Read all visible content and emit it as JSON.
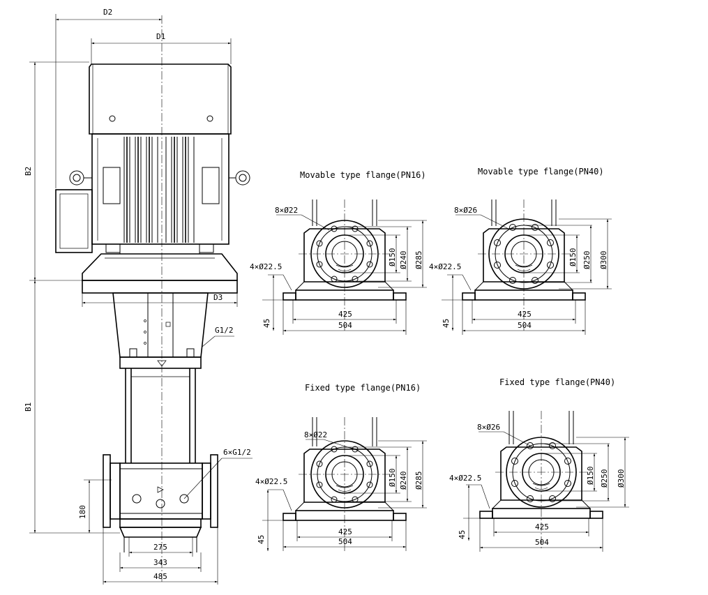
{
  "main_view": {
    "dims": {
      "D2": "D2",
      "D1": "D1",
      "D3": "D3",
      "B2": "B2",
      "B1": "B1",
      "h180": "180",
      "w275": "275",
      "w343": "343",
      "w485": "485"
    },
    "callouts": {
      "g12": "G1/2",
      "g12x6": "6×G1/2"
    }
  },
  "flanges": [
    {
      "title": "Movable type flange(PN16)",
      "bolt_label": "8×Ø22",
      "base_hole_label": "4×Ø22.5",
      "d_inner": "Ø150",
      "d_mid": "Ø240",
      "d_outer": "Ø285",
      "w_inner": "425",
      "w_outer": "504",
      "h_base": "45"
    },
    {
      "title": "Movable type flange(PN40)",
      "bolt_label": "8×Ø26",
      "base_hole_label": "4×Ø22.5",
      "d_inner": "Ø150",
      "d_mid": "Ø250",
      "d_outer": "Ø300",
      "w_inner": "425",
      "w_outer": "504",
      "h_base": "45"
    },
    {
      "title": "Fixed type flange(PN16)",
      "bolt_label": "8×Ø22",
      "base_hole_label": "4×Ø22.5",
      "d_inner": "Ø150",
      "d_mid": "Ø240",
      "d_outer": "Ø285",
      "w_inner": "425",
      "w_outer": "504",
      "h_base": "45"
    },
    {
      "title": "Fixed type flange(PN40)",
      "bolt_label": "8×Ø26",
      "base_hole_label": "4×Ø22.5",
      "d_inner": "Ø150",
      "d_mid": "Ø250",
      "d_outer": "Ø300",
      "w_inner": "425",
      "w_outer": "504",
      "h_base": "45"
    }
  ]
}
